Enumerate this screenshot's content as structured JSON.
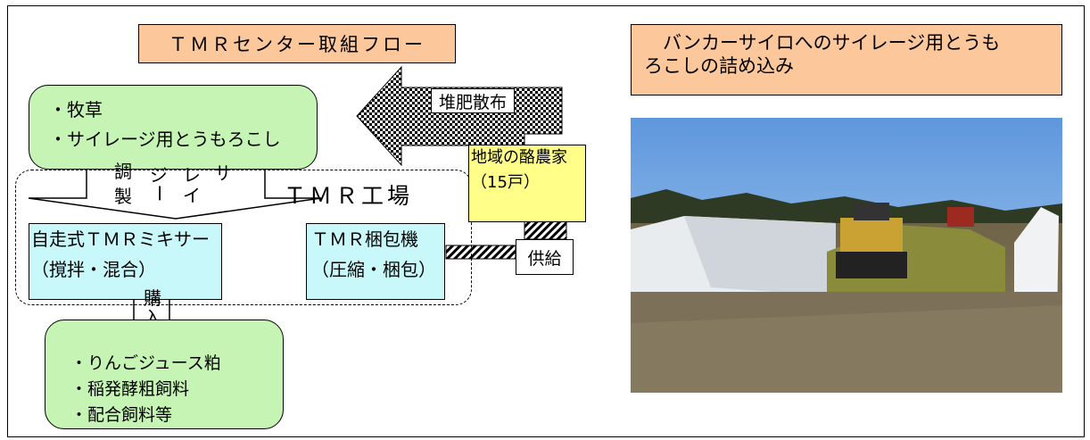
{
  "flow_title": "ＴＭＲセンター取組フロー",
  "photo_caption_lines": [
    "　バンカーサイロへのサイレージ用とうも",
    "ろこしの詰め込み"
  ],
  "feed_crops": [
    "・牧草",
    "・サイレージ用とうもろこし"
  ],
  "silage_arrow_chars": [
    [
      "調",
      "製"
    ],
    [
      "ジ",
      "ー"
    ],
    [
      "レ",
      "イ"
    ],
    [
      "サ"
    ]
  ],
  "factory_label": "ＴＭＲ工場",
  "mixer": {
    "line1": "自走式ＴＭＲミキサー",
    "line2": "（撹拌・混合）"
  },
  "baler": {
    "line1": "ＴＭＲ梱包機",
    "line2": "（圧縮・梱包）"
  },
  "farmers": {
    "line1": "地域の酪農家",
    "line2": "（15戸）"
  },
  "compost_label": "堆肥散布",
  "supply_label": "供給",
  "purchase_chars": [
    "購",
    "入"
  ],
  "purchased_feeds": [
    "・りんごジュース粕",
    "・稲発酵粗飼料",
    "・配合飼料等"
  ],
  "colors": {
    "peach": "#fcc79a",
    "green": "#c6f4b4",
    "cyan": "#c9f8fb",
    "yellow": "#fffe88"
  }
}
